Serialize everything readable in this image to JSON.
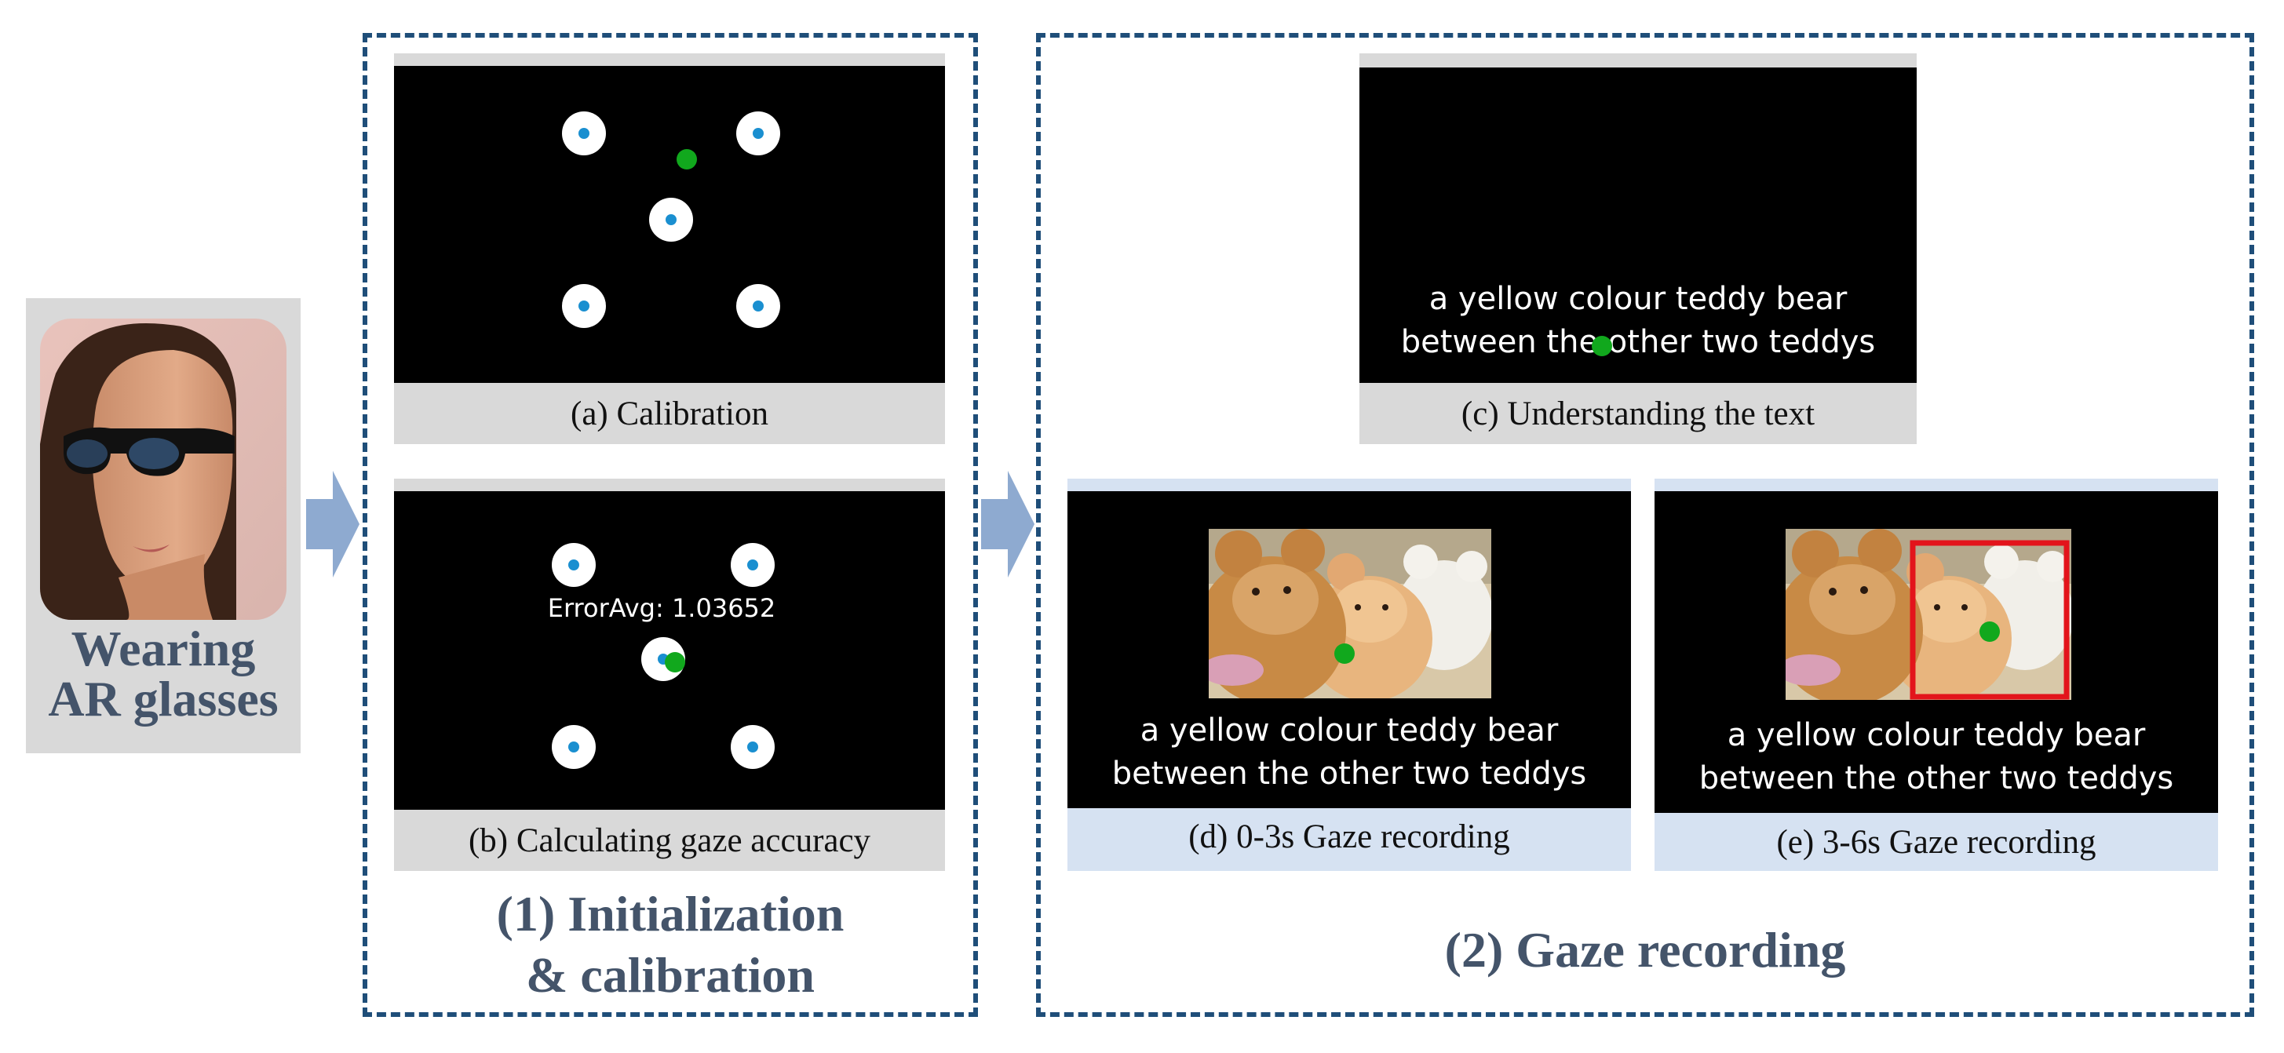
{
  "wearer": {
    "caption": "Wearing\nAR glasses"
  },
  "init": {
    "title": "(1) Initialization\n& calibration",
    "panel_a": {
      "label": "(a) Calibration"
    },
    "panel_b": {
      "label": "(b) Calculating gaze accuracy",
      "error_text": "ErrorAvg: 1.03652"
    }
  },
  "recording": {
    "title": "(2) Gaze recording",
    "panel_c": {
      "label": "(c) Understanding the text",
      "text": "a yellow colour teddy bear\nbetween the other two teddys"
    },
    "panel_d": {
      "label": "(d) 0-3s Gaze recording",
      "text": "a yellow colour teddy bear\nbetween the other two teddys"
    },
    "panel_e": {
      "label": "(e) 3-6s Gaze recording",
      "text": "a yellow colour teddy bear\nbetween the other two teddys"
    }
  },
  "colors": {
    "frame": "#1f4e79",
    "arrow": "#8eaad0",
    "label_bar": "#d9d9d9",
    "label_bar_blue": "#d6e2f2",
    "gaze": "#11a81d",
    "target_dot": "#1a8fd0",
    "highlight_box": "#e3141b",
    "title": "#44546a"
  }
}
